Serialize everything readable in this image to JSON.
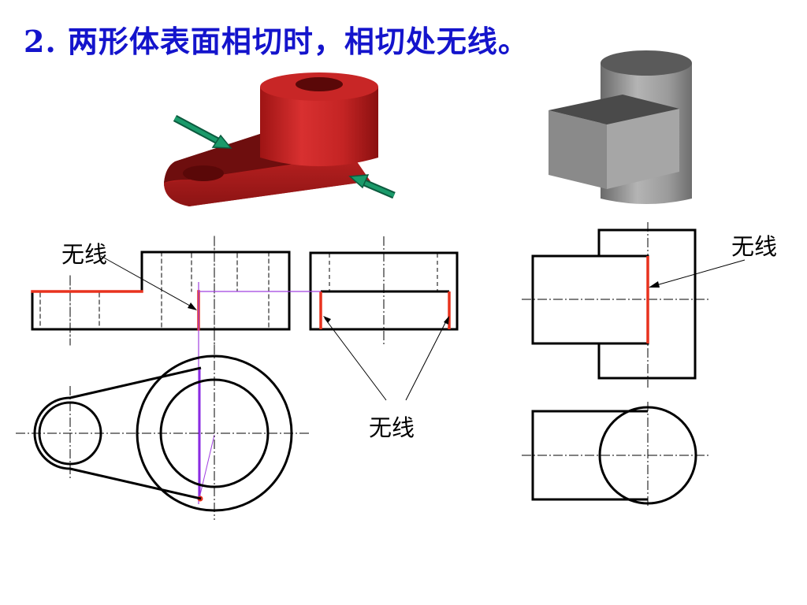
{
  "slide": {
    "title": "2. 两形体表面相切时，相切处无线。",
    "labels": {
      "label_front_left": "无线",
      "label_side_views": "无线",
      "label_right_view": "无线"
    }
  },
  "colors": {
    "title": "#1414cc",
    "outline": "#000000",
    "tangent_highlight": "#e8321e",
    "projection_line": "#a040e0",
    "solid_red": "#c62828",
    "solid_gray": "#8c8c8c",
    "arrow_green": "#1a9a6a"
  }
}
